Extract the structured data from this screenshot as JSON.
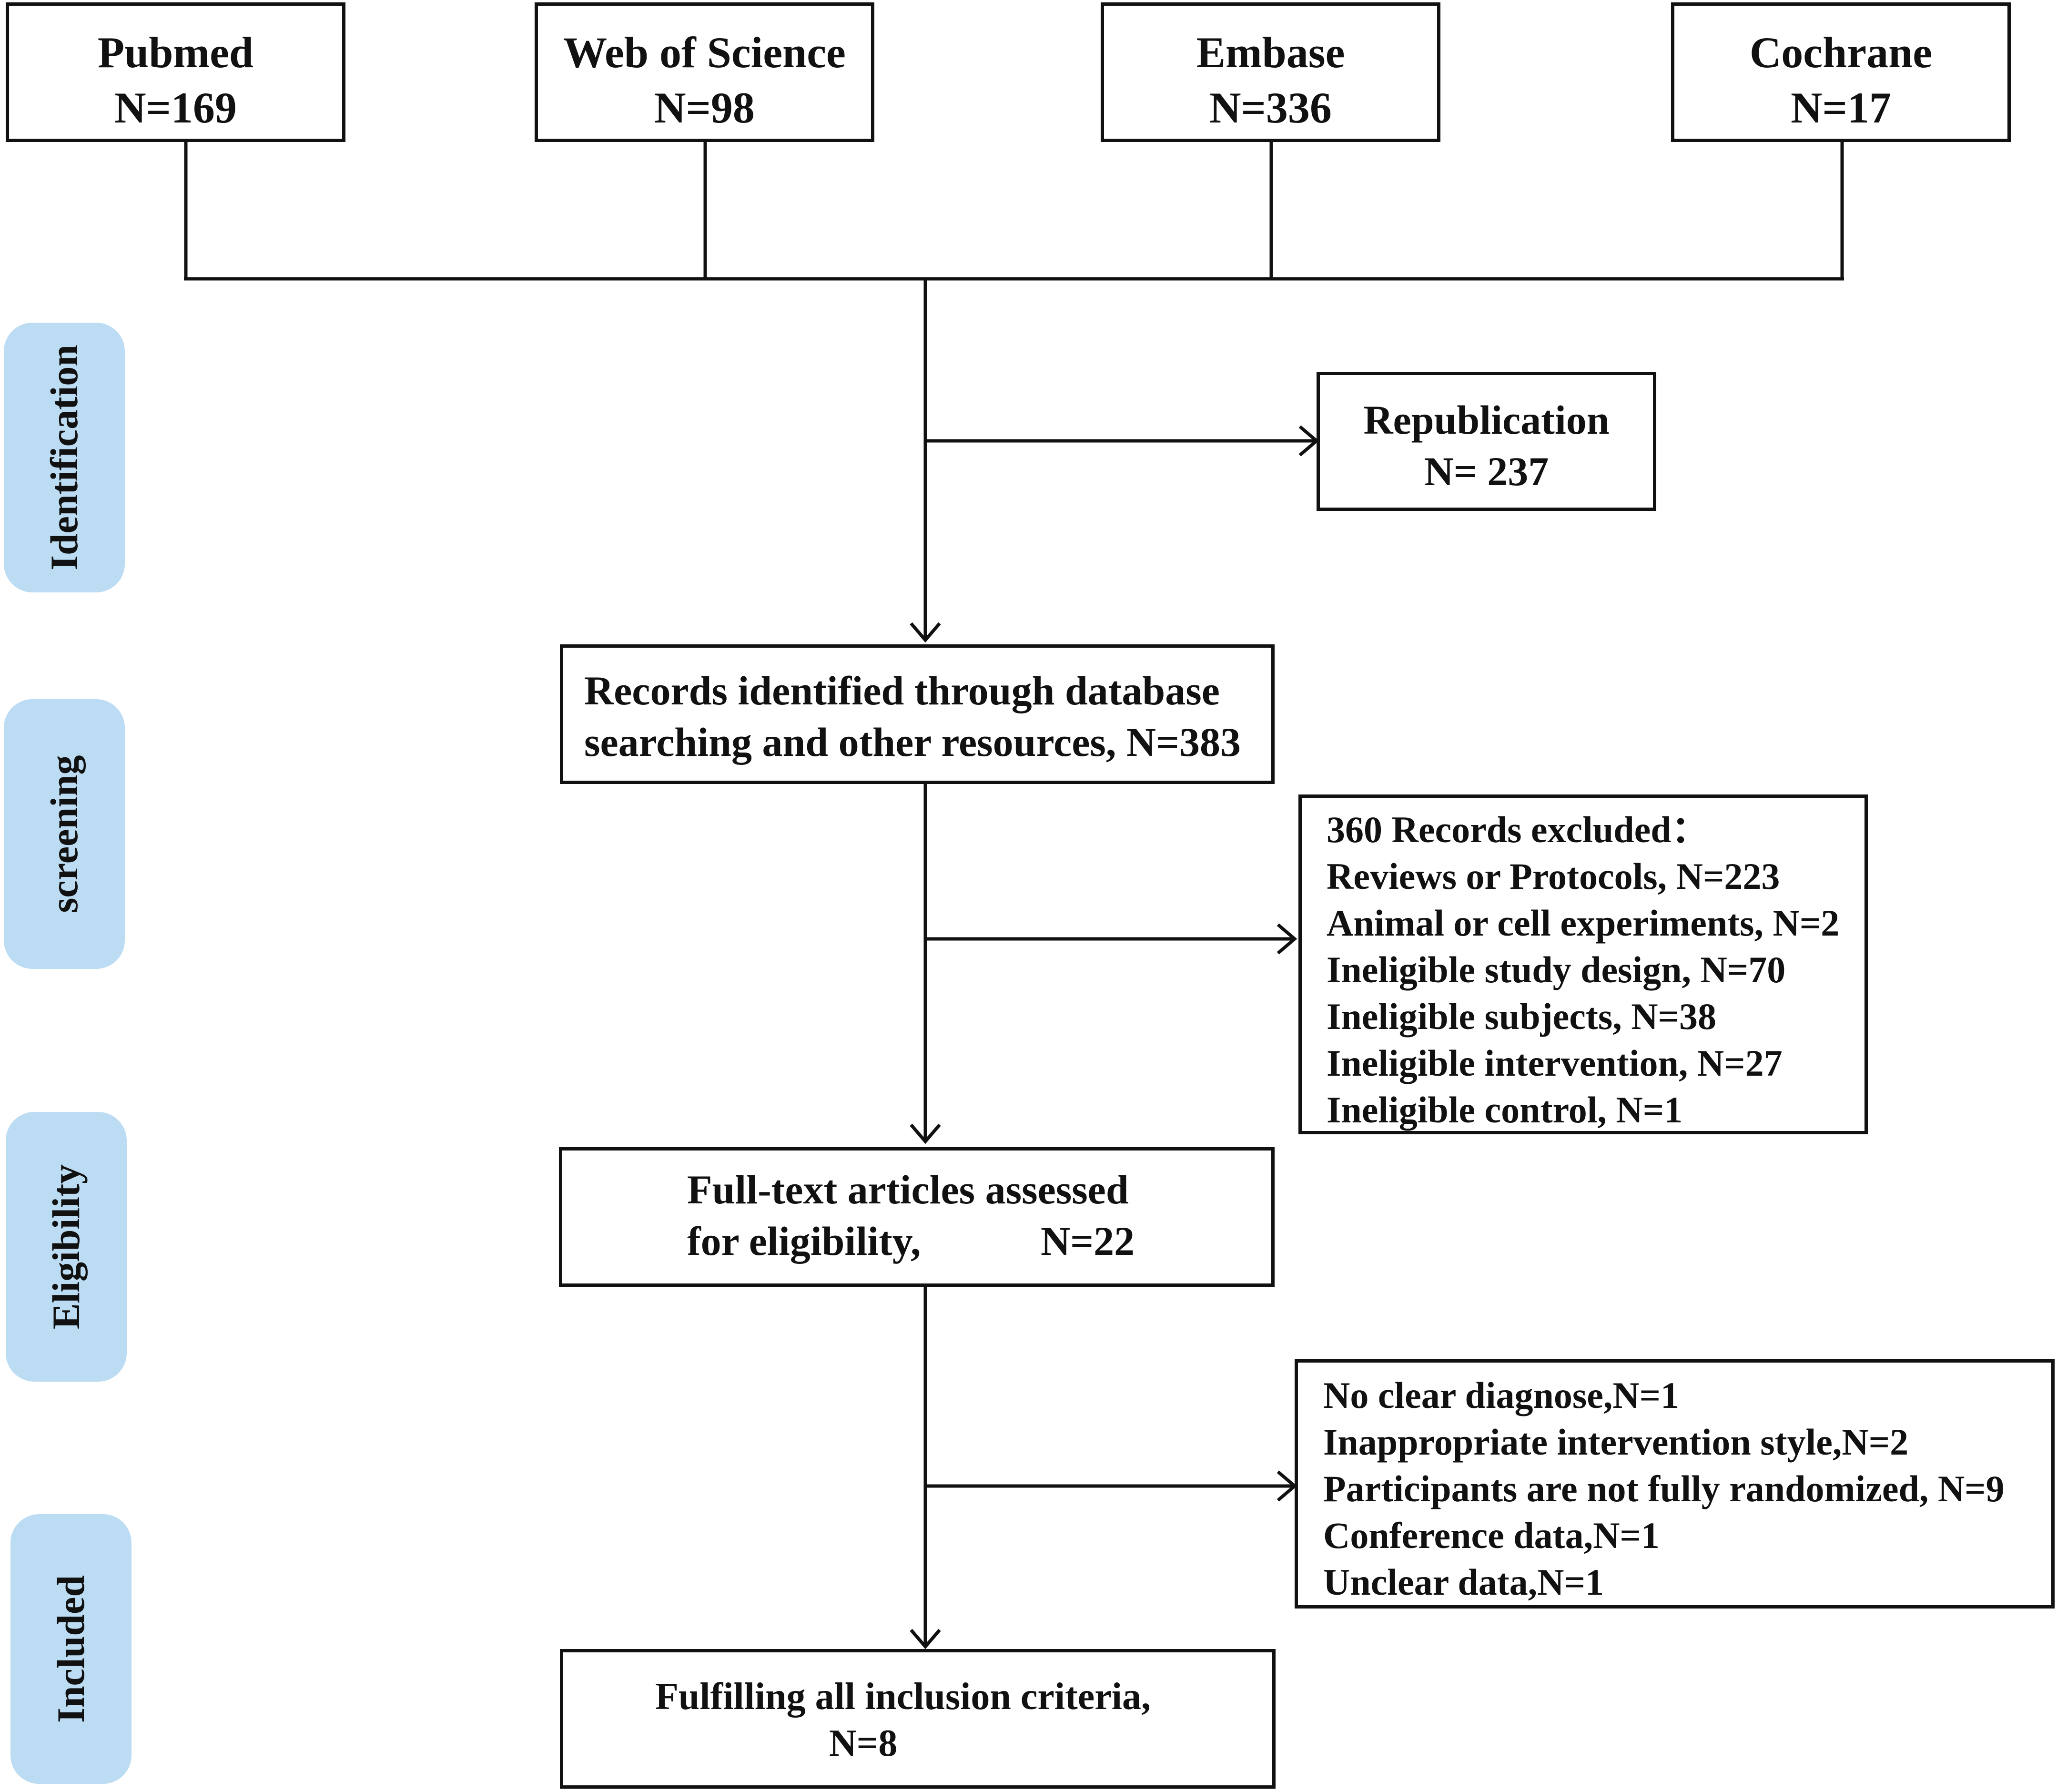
{
  "databases": [
    {
      "name": "Pubmed",
      "count": "N=169"
    },
    {
      "name": "Web of Science",
      "count": "N=98"
    },
    {
      "name": "Embase",
      "count": "N=336"
    },
    {
      "name": "Cochrane",
      "count": "N=17"
    }
  ],
  "stages": {
    "identification": "Identification",
    "screening": "screening",
    "eligibility": "Eligibility",
    "included": "Included"
  },
  "republication": {
    "label": "Republication",
    "count": "N= 237"
  },
  "records_identified": {
    "line1": "Records identified through database",
    "line2": "searching and other resources, N=383"
  },
  "records_excluded": {
    "heading": "360 Records excluded：",
    "items": [
      "Reviews or Protocols, N=223",
      "Animal or cell experiments, N=2",
      "Ineligible study design, N=70",
      "Ineligible subjects, N=38",
      "Ineligible intervention, N=27",
      "Ineligible control, N=1"
    ]
  },
  "full_text": {
    "line1": "Full-text articles assessed",
    "line2_label": "for eligibility,",
    "line2_count": "N=22"
  },
  "fulltext_excluded": {
    "items": [
      "No clear diagnose,N=1",
      "Inappropriate intervention style,N=2",
      "Participants are not fully randomized, N=9",
      "Conference data,N=1",
      "Unclear data,N=1"
    ]
  },
  "included": {
    "line1": "Fulfilling all inclusion criteria,",
    "line2": "N=8"
  }
}
